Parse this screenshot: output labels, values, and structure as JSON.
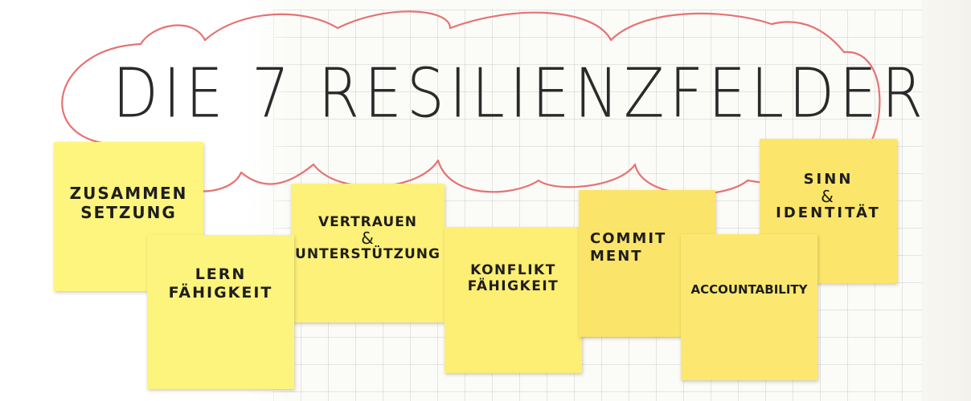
{
  "title": "DIE 7 RESILIENZFELDER",
  "colors": {
    "cloud_outline": "#e57373",
    "sticky_note": "#fdf07a",
    "ink": "#1e1e1e",
    "grid_line": "#d6d6d6",
    "paper": "#fbfbf8"
  },
  "notes": [
    {
      "line1": "ZUSAMMEN",
      "line2": "SETZUNG"
    },
    {
      "line1": "LERN",
      "line2": "FÄHIGKEIT"
    },
    {
      "line1": "VERTRAUEN",
      "amp": "&",
      "line2": "UNTERSTÜTZUNG"
    },
    {
      "line1": "KONFLIKT",
      "line2": "FÄHIGKEIT"
    },
    {
      "line1": "COMMIT",
      "line2": "MENT"
    },
    {
      "line1": "ACCOUNTABILITY"
    },
    {
      "line1": "SINN",
      "amp": "&",
      "line2": "IDENTITÄT"
    }
  ]
}
